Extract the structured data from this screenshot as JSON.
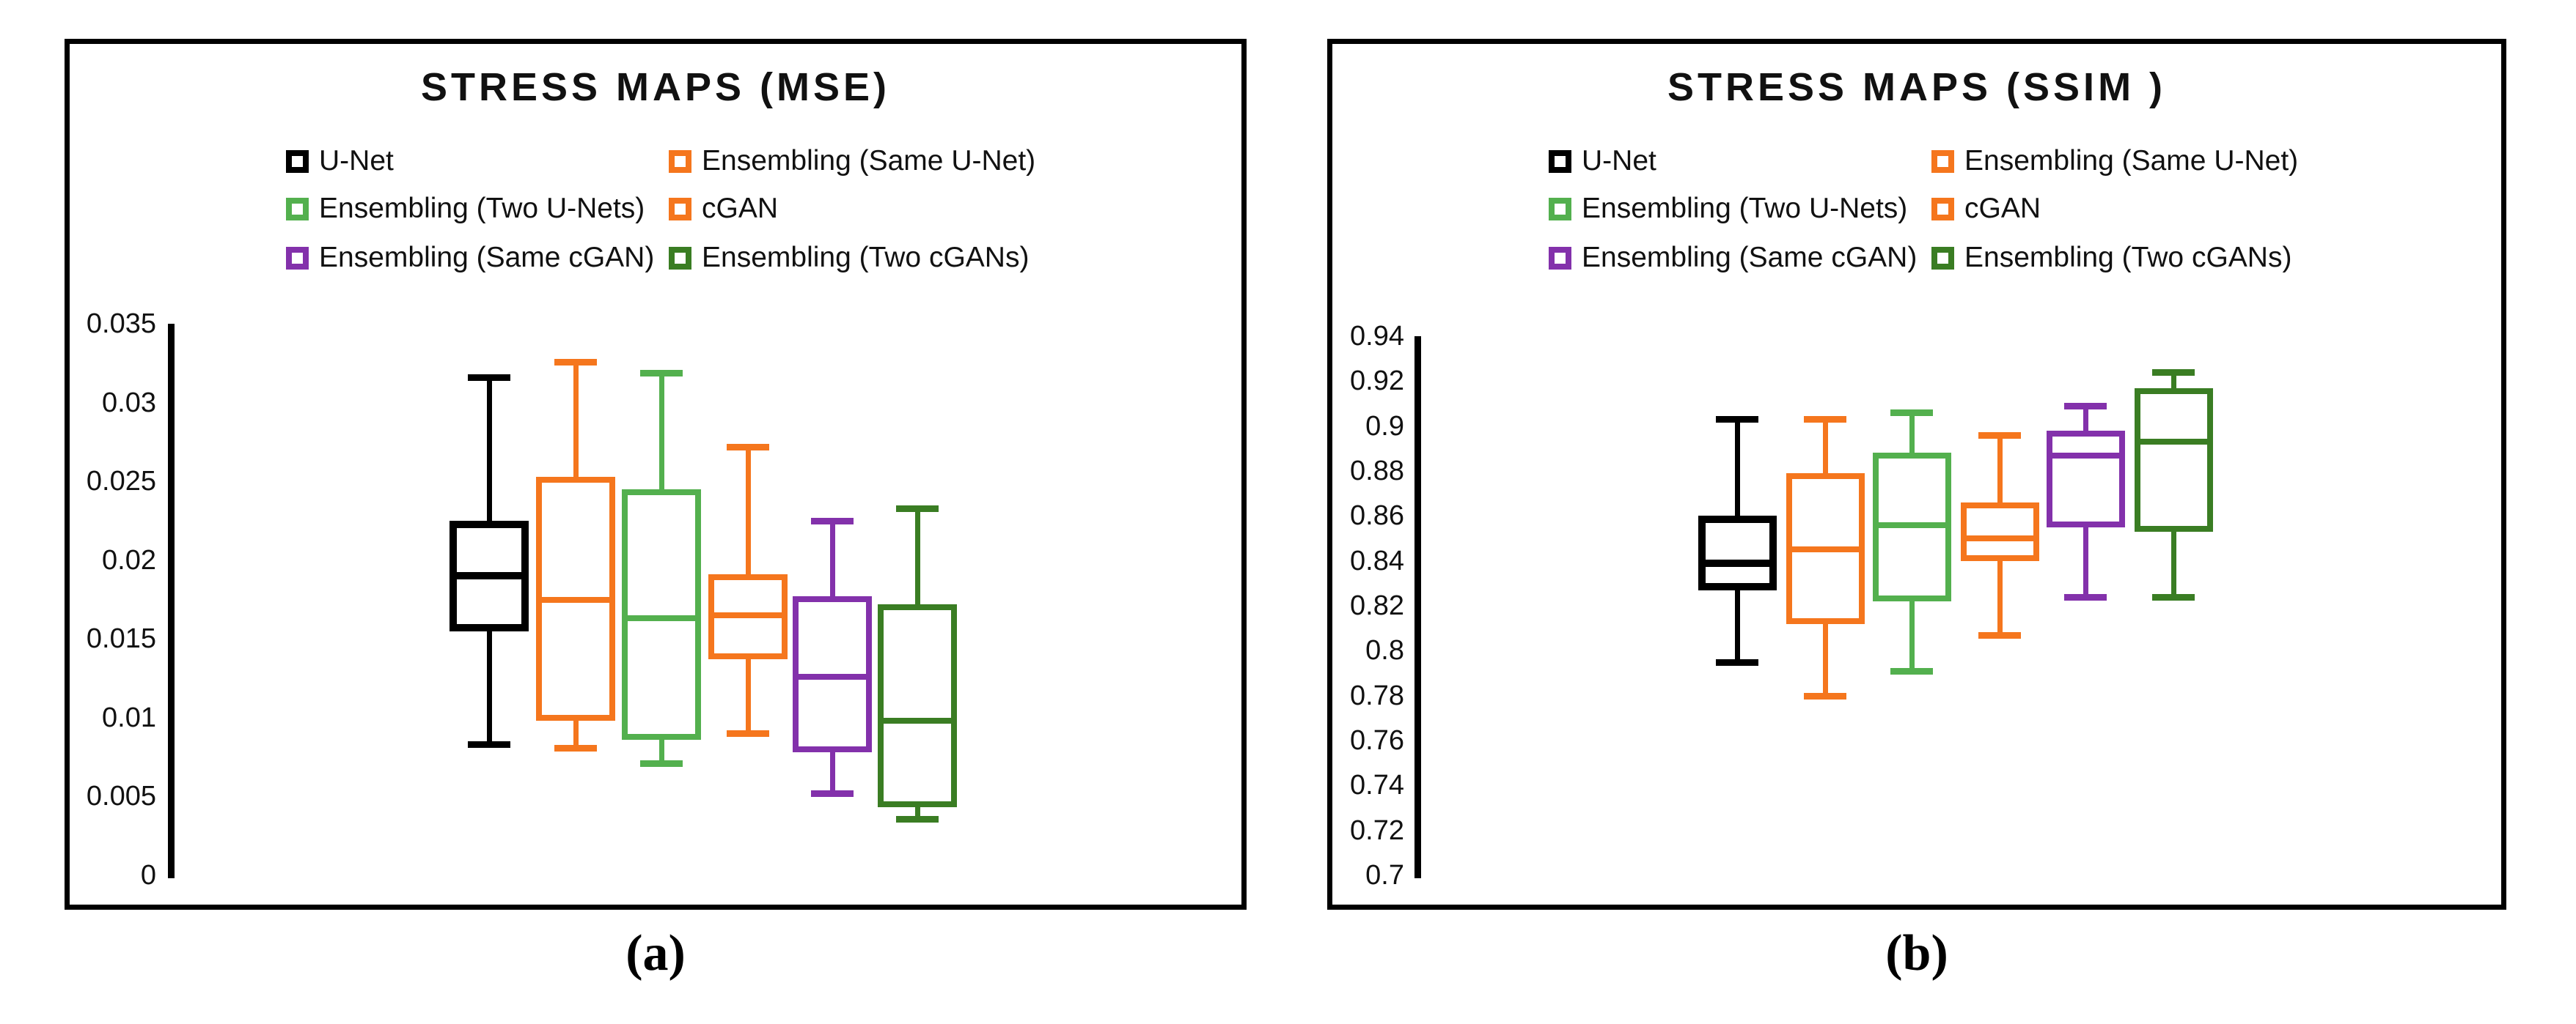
{
  "page": {
    "background": "#ffffff"
  },
  "colors": {
    "black": "#000000",
    "orange": "#F5761D",
    "light_green": "#53B04E",
    "purple": "#8331AB",
    "dark_green": "#3A7D23"
  },
  "chart_data": [
    {
      "type": "boxplot",
      "title": "STRESS MAPS (MSE)",
      "caption": "(a)",
      "ylabel": "",
      "xlabel": "",
      "ylim": [
        0,
        0.035
      ],
      "grid": false,
      "legend_position": "top-center-two-columns",
      "yticks": [
        "0.035",
        "0.03",
        "0.025",
        "0.02",
        "0.015",
        "0.01",
        "0.005",
        "0"
      ],
      "series": [
        {
          "name": "U-Net",
          "color": "black",
          "low": 0.0083,
          "q1": 0.0155,
          "median": 0.019,
          "q3": 0.0225,
          "high": 0.0316
        },
        {
          "name": "Ensembling (Same U-Net)",
          "color": "orange",
          "low": 0.0081,
          "q1": 0.0098,
          "median": 0.0175,
          "q3": 0.0253,
          "high": 0.0326
        },
        {
          "name": "Ensembling (Two U-Nets)",
          "color": "light_green",
          "low": 0.0071,
          "q1": 0.0086,
          "median": 0.0163,
          "q3": 0.0245,
          "high": 0.0319
        },
        {
          "name": "cGAN",
          "color": "orange",
          "low": 0.009,
          "q1": 0.0137,
          "median": 0.0165,
          "q3": 0.0191,
          "high": 0.0272
        },
        {
          "name": "Ensembling (Same cGAN)",
          "color": "purple",
          "low": 0.0052,
          "q1": 0.0078,
          "median": 0.0126,
          "q3": 0.0177,
          "high": 0.0225
        },
        {
          "name": "Ensembling (Two cGANs)",
          "color": "dark_green",
          "low": 0.0036,
          "q1": 0.0043,
          "median": 0.0098,
          "q3": 0.0172,
          "high": 0.0233
        }
      ]
    },
    {
      "type": "boxplot",
      "title": "STRESS MAPS (SSIM )",
      "caption": "(b)",
      "ylabel": "",
      "xlabel": "",
      "ylim": [
        0.7,
        0.94
      ],
      "grid": false,
      "legend_position": "top-center-two-columns",
      "yticks": [
        "0.94",
        "0.92",
        "0.9",
        "0.88",
        "0.86",
        "0.84",
        "0.82",
        "0.8",
        "0.78",
        "0.76",
        "0.74",
        "0.72",
        "0.7"
      ],
      "series": [
        {
          "name": "U-Net",
          "color": "black",
          "low": 0.795,
          "q1": 0.827,
          "median": 0.839,
          "q3": 0.86,
          "high": 0.903
        },
        {
          "name": "Ensembling (Same U-Net)",
          "color": "orange",
          "low": 0.78,
          "q1": 0.812,
          "median": 0.845,
          "q3": 0.879,
          "high": 0.903
        },
        {
          "name": "Ensembling (Two U-Nets)",
          "color": "light_green",
          "low": 0.791,
          "q1": 0.822,
          "median": 0.856,
          "q3": 0.888,
          "high": 0.906
        },
        {
          "name": "cGAN",
          "color": "orange",
          "low": 0.807,
          "q1": 0.84,
          "median": 0.85,
          "q3": 0.866,
          "high": 0.896
        },
        {
          "name": "Ensembling (Same cGAN)",
          "color": "purple",
          "low": 0.824,
          "q1": 0.855,
          "median": 0.887,
          "q3": 0.898,
          "high": 0.909
        },
        {
          "name": "Ensembling (Two cGANs)",
          "color": "dark_green",
          "low": 0.824,
          "q1": 0.853,
          "median": 0.893,
          "q3": 0.917,
          "high": 0.924
        }
      ]
    }
  ]
}
